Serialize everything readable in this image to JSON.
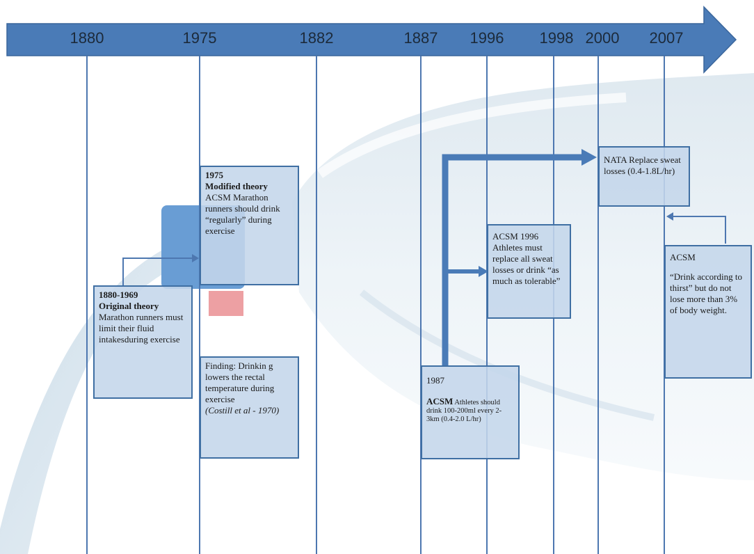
{
  "timeline": {
    "years": [
      "1880",
      "1975",
      "1882",
      "1887",
      "1996",
      "1998",
      "2000",
      "2007"
    ]
  },
  "boxes": {
    "original_theory": {
      "years": "1880-1969",
      "title": "Original theory",
      "text": "Marathon runners must limit their fluid intakesduring exercise"
    },
    "modified_theory": {
      "year": "1975",
      "title": "Modified theory",
      "text": "ACSM Marathon runners should drink “regularly” during exercise"
    },
    "finding": {
      "text": "Finding: Drinkin g lowers the rectal temperature during exercise",
      "citation": "(Costill et al - 1970)"
    },
    "acsm_1987": {
      "year": "1987",
      "org": "ACSM",
      "text": "Athletes should drink 100-200ml every 2-3km (0.4-2.0 L/hr)"
    },
    "acsm_1996": {
      "text": "ACSM 1996 Athletes must replace all sweat losses or drink “as much as tolerable”"
    },
    "nata": {
      "text": "NATA Replace sweat losses (0.4-1.8L/hr)"
    },
    "acsm_2007": {
      "org": "ACSM",
      "text": "“Drink according to thirst” but do not lose more than 3% of body weight."
    }
  },
  "colors": {
    "arrow": "#4a7bb7",
    "line": "#4d77b0",
    "box_fill": "#c4d6ea",
    "box_border": "#3f6fa3"
  }
}
